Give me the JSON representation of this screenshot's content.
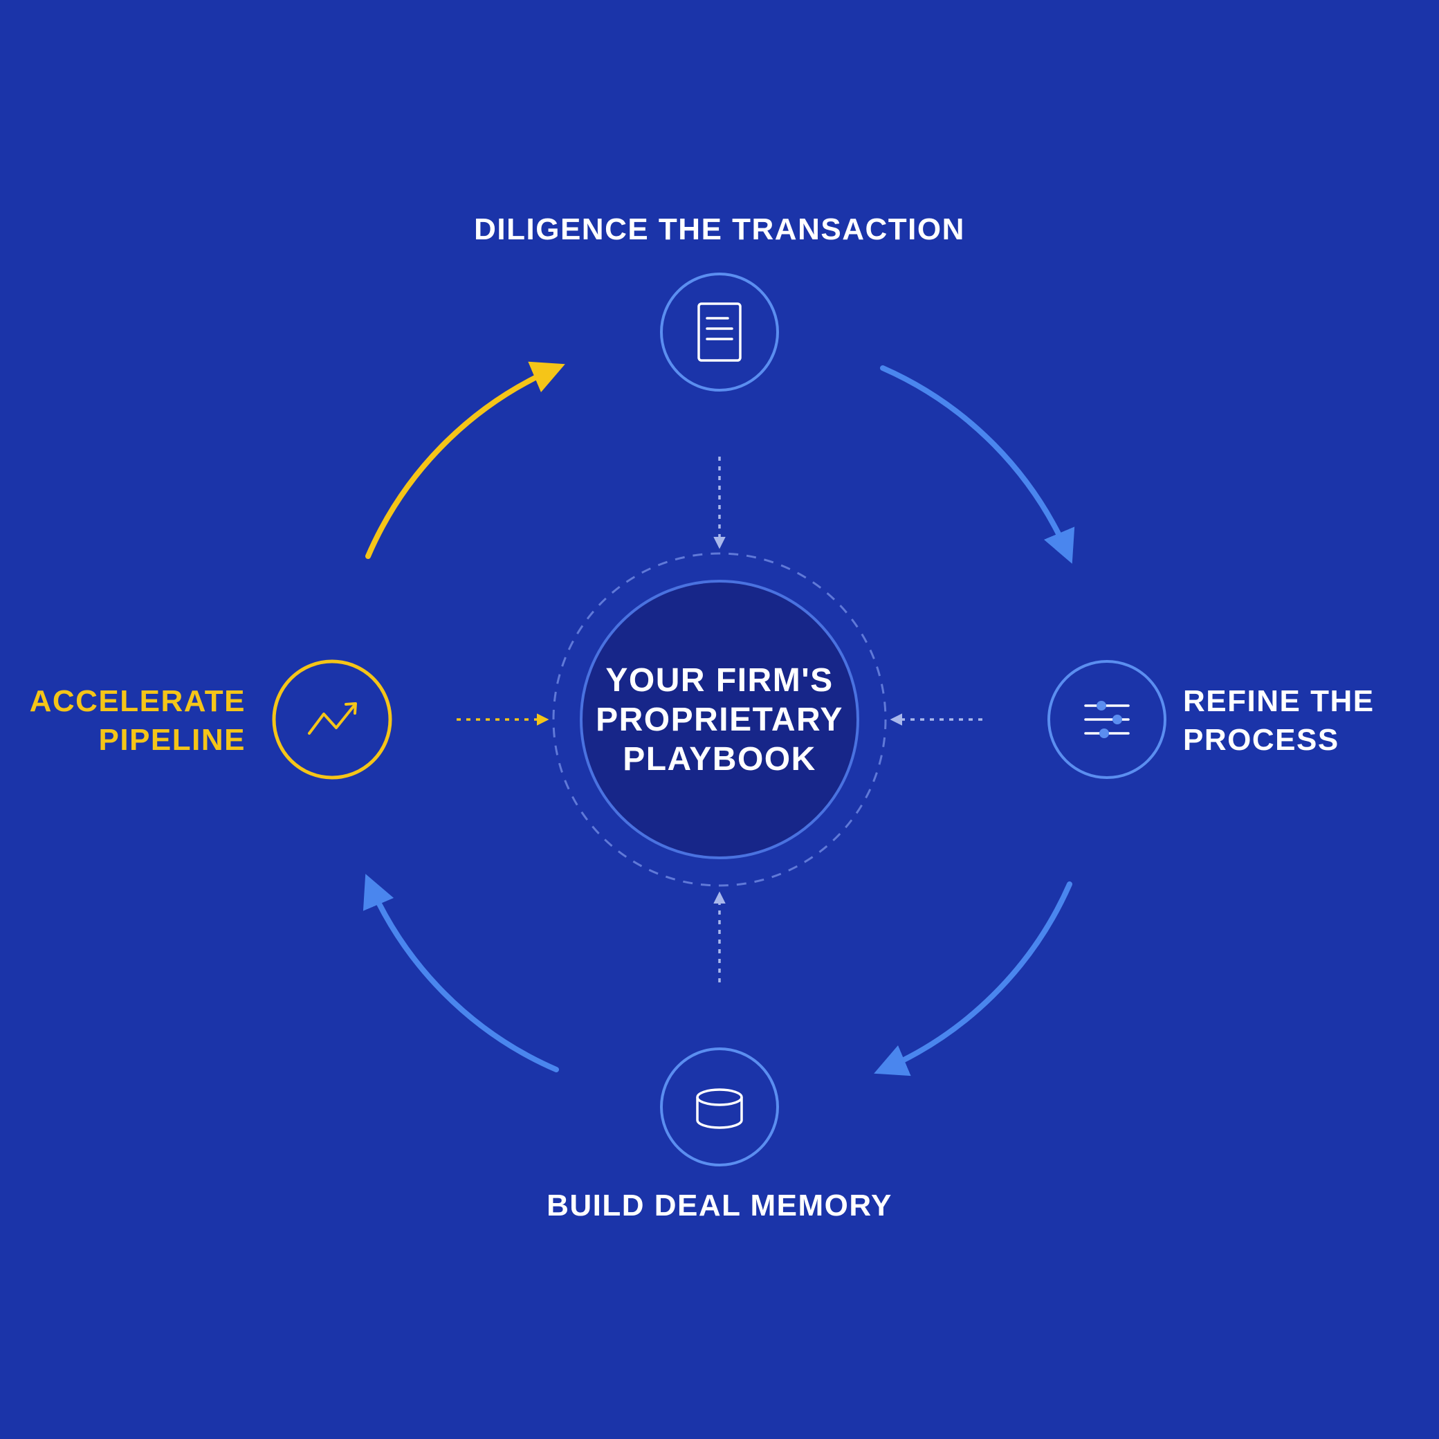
{
  "colors": {
    "background": "#1b34a9",
    "center_fill": "#172689",
    "center_stroke": "#4a72e0",
    "node_stroke": "#5b8ef0",
    "arrow_blue": "#4a86ee",
    "accent_yellow": "#f5c518",
    "text_white": "#ffffff",
    "dotted": "#a9b8ec"
  },
  "center": {
    "lines": [
      "YOUR FIRM'S",
      "PROPRIETARY",
      "PLAYBOOK"
    ]
  },
  "nodes": [
    {
      "id": "top",
      "lines": [
        "DILIGENCE THE TRANSACTION"
      ],
      "icon": "document-icon",
      "highlight": false
    },
    {
      "id": "right",
      "lines": [
        "REFINE THE",
        "PROCESS"
      ],
      "icon": "sliders-icon",
      "highlight": false
    },
    {
      "id": "bottom",
      "lines": [
        "BUILD DEAL MEMORY"
      ],
      "icon": "database-icon",
      "highlight": false
    },
    {
      "id": "left",
      "lines": [
        "ACCELERATE",
        "PIPELINE"
      ],
      "icon": "trending-up-icon",
      "highlight": true
    }
  ],
  "cycle_direction": "clockwise"
}
